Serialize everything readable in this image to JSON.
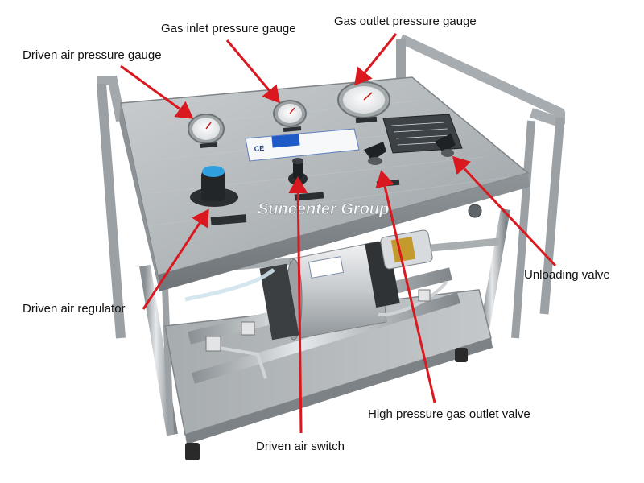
{
  "labels": {
    "driven_air_pressure_gauge": "Driven air pressure gauge",
    "gas_inlet_pressure_gauge": "Gas inlet pressure gauge",
    "gas_outlet_pressure_gauge": "Gas outlet pressure gauge",
    "unloading_valve": "Unloading valve",
    "driven_air_regulator": "Driven air regulator",
    "high_pressure_gas_outlet_valve": "High pressure gas outlet valve",
    "driven_air_switch": "Driven air switch"
  },
  "brand_watermark": "Suncenter Group",
  "ce_plate_text": "CE",
  "colors": {
    "arrow": "#d9191f",
    "steel": "#b9bec2",
    "panel_blue": "#1e5bc6",
    "label_text": "#111111"
  }
}
